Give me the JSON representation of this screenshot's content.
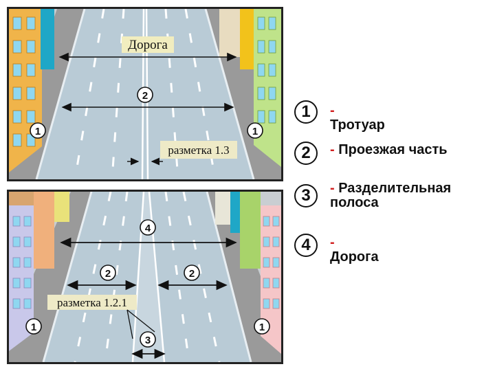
{
  "top_panel": {
    "road_label": "Дорога",
    "roadway_badge": "2",
    "sidewalk_badges": [
      "1",
      "1"
    ],
    "marking_label": "разметка 1.3"
  },
  "bottom_panel": {
    "road_badge": "4",
    "roadway_badges": [
      "2",
      "2"
    ],
    "sidewalk_badges": [
      "1",
      "1"
    ],
    "divider_badge": "3",
    "marking_label": "разметка 1.2.1"
  },
  "legend": {
    "items": [
      {
        "number": "1",
        "dash": "-",
        "label": "Тротуар"
      },
      {
        "number": "2",
        "dash": "-",
        "label": "Проезжая часть"
      },
      {
        "number": "3",
        "dash": "-",
        "label": "Разделительная\nполоса"
      },
      {
        "number": "4",
        "dash": "-",
        "label": "Дорога"
      }
    ]
  },
  "colors": {
    "road": "#b9cbd6",
    "sidewalk": "#9a9a9a",
    "legend_dash": "#d11f1f"
  }
}
